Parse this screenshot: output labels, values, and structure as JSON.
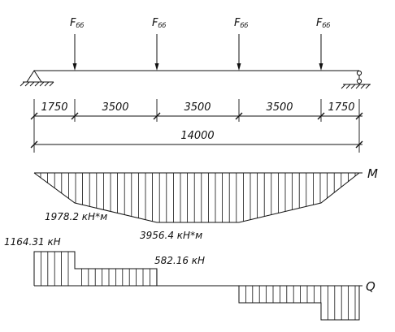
{
  "beam": {
    "load_label": "F",
    "load_subscript": "бб",
    "load_count": 4
  },
  "dimensions": {
    "segments": [
      "1750",
      "3500",
      "3500",
      "3500",
      "1750"
    ],
    "total": "14000"
  },
  "moment_diagram": {
    "label": "M",
    "values": [
      0,
      1978.2,
      3956.4,
      3956.4,
      1978.2,
      0
    ],
    "annotations": {
      "side": "1978.2 кН*м",
      "max": "3956.4 кН*м"
    }
  },
  "shear_diagram": {
    "label": "Q",
    "values": [
      1164.31,
      582.16,
      0,
      -582.16,
      -1164.31
    ],
    "annotations": {
      "end": "1164.31 кН",
      "mid": "582.16 кН"
    }
  }
}
